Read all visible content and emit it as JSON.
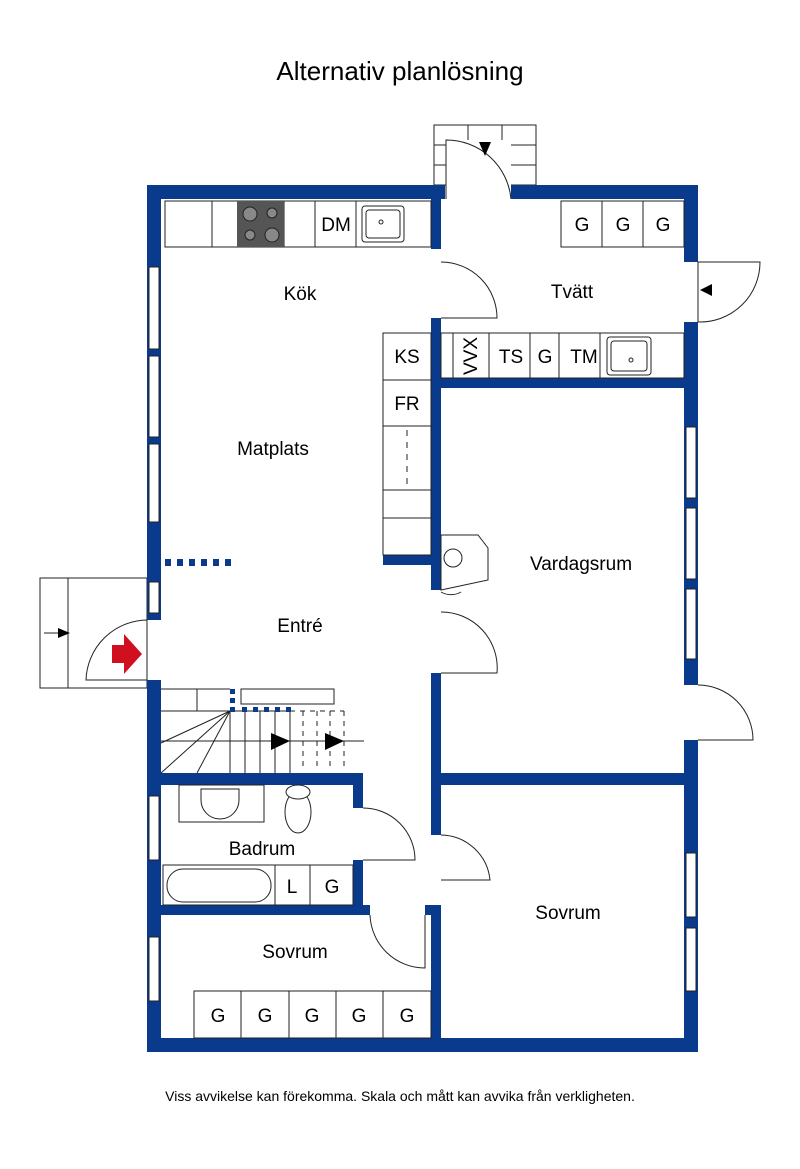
{
  "title": "Alternativ planlösning",
  "rooms": {
    "kok": "Kök",
    "tvatt": "Tvätt",
    "matplats": "Matplats",
    "entre": "Entré",
    "vardagsrum": "Vardagsrum",
    "badrum": "Badrum",
    "sovrum1": "Sovrum",
    "sovrum2": "Sovrum"
  },
  "fixtures": {
    "dm": "DM",
    "ks": "KS",
    "fr": "FR",
    "vvx": "VVX",
    "ts": "TS",
    "g": "G",
    "tm": "TM",
    "l": "L"
  },
  "disclaimer": "Viss avvikelse kan förekomma. Skala och mått kan avvika från verkligheten.",
  "colors": {
    "wall": "#0a3a8c",
    "entry_arrow": "#d0101e"
  }
}
